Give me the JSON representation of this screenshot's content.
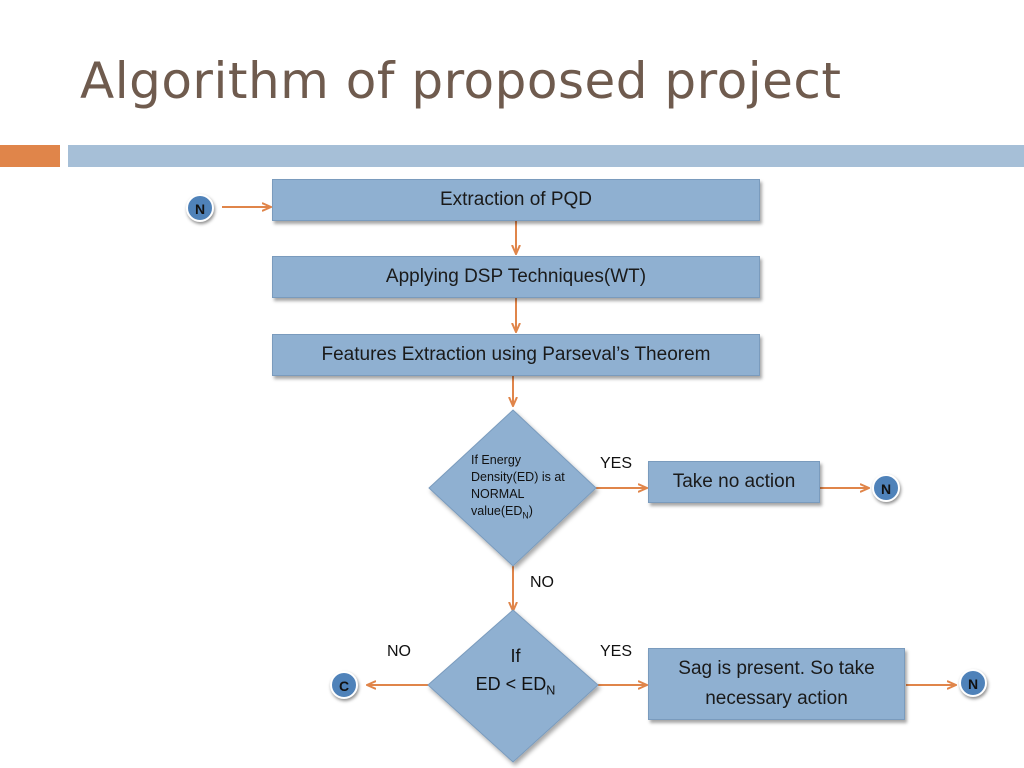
{
  "title": "Algorithm of proposed project",
  "steps": {
    "extraction": "Extraction of PQD",
    "dsp": "Applying DSP Techniques(WT)",
    "features": "Features Extraction using Parseval’s Theorem",
    "no_action": "Take no action",
    "sag_line1": "Sag is present. So take",
    "sag_line2": "necessary action"
  },
  "decisions": {
    "d1_lines": [
      "If Energy",
      "Density(ED) is at",
      "NORMAL",
      "value(ED"
    ],
    "d1_sub": "N",
    "d1_close": ")",
    "d2_line1": "If",
    "d2_line2": "ED < ED",
    "d2_sub": "N"
  },
  "connectors": {
    "start": "N",
    "after_no_action": "N",
    "after_sag": "N",
    "continue": "C"
  },
  "labels": {
    "yes1": "YES",
    "no1": "NO",
    "yes2": "YES",
    "no2": "NO"
  },
  "colors": {
    "box_fill": "#8fb0d1",
    "arrow": "#e0854a",
    "connector": "#4f82b9",
    "title": "#6f5b4e"
  }
}
